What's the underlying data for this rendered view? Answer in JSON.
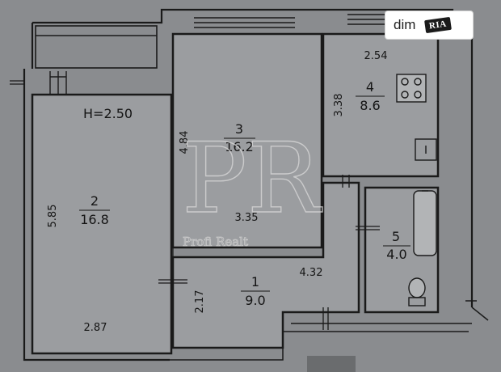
{
  "ceiling_height": "H=2.50",
  "rooms": [
    {
      "number": "1",
      "area": "9.0"
    },
    {
      "number": "2",
      "area": "16.8"
    },
    {
      "number": "3",
      "area": "16.2"
    },
    {
      "number": "4",
      "area": "8.6"
    },
    {
      "number": "5",
      "area": "4.0"
    }
  ],
  "dimensions": {
    "room1_height": "2.17",
    "room1_width": "4.32",
    "room2_height": "5.85",
    "room2_width": "2.87",
    "room3_height": "4.84",
    "room3_width": "3.35",
    "room4_height": "3.38",
    "room4_width": "2.54"
  },
  "watermark": {
    "monogram": "PR",
    "text": "Profi Realt"
  },
  "badge": {
    "left": "dim",
    "right": "RIA"
  },
  "colors": {
    "background": "#8a8c8f",
    "wall": "#1a1a1a",
    "room_fill": "#9a9c9f"
  }
}
